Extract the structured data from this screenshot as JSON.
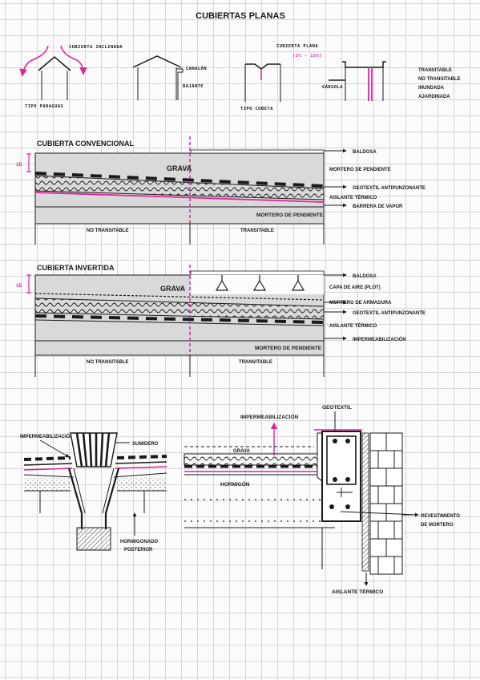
{
  "title": "CUBIERTAS PLANAS",
  "types": {
    "inclinada": "CUBIERTA INCLINADA",
    "tipo_paraguas": "TIPO PARAGUAS",
    "canalon": "CANALÓN",
    "bajante": "BAJANTE",
    "plana": "CUBIERTA PLANA",
    "pendiente": "(2% - 15%)",
    "tipo_cubeta": "TIPO CUBETA",
    "gargola": "GÁRGOLA",
    "list": [
      "TRANSITABLE",
      "NO TRANSITABLE",
      "INUNDADA",
      "AJARDINADA"
    ]
  },
  "convencional": {
    "title": "CUBIERTA CONVENCIONAL",
    "dim": "15",
    "grava": "GRAVA",
    "mortero": "MORTERO DE PENDIENTE",
    "no_transitable": "NO TRANSITABLE",
    "transitable": "TRANSITABLE",
    "layers": [
      "BALDOSA",
      "MORTERO DE PENDIENTE",
      "GEOTEXTIL ANTIPUNZONANTE",
      "AISLANTE TÉRMICO",
      "BARRERA DE VAPOR"
    ]
  },
  "invertida": {
    "title": "CUBIERTA INVERTIDA",
    "dim": "15",
    "grava": "GRAVA",
    "mortero": "MORTERO DE PENDIENTE",
    "no_transitable": "NO TRANSITABLE",
    "transitable": "TRANSITABLE",
    "layers": [
      "BALDOSA",
      "CAPA DE AIRE (PLOT)",
      "MORTERO DE ARMADURA",
      "GEOTEXTIL ANTIPUNZONANTE",
      "AISLANTE TÉRMICO",
      "IMPERMEABILIZACIÓN"
    ]
  },
  "details": {
    "impermeabilizacion": "IMPERMEABILIZACIÓN",
    "sumidero": "SUMIDERO",
    "hormigonado": "HORMIGONADO",
    "posterior": "POSTERIOR",
    "impermeabilizacion2": "IMPERMEABILIZACIÓN",
    "geotextil": "GEOTEXTIL",
    "grava": "GRAVA",
    "hormigon": "HORMIGÓN",
    "revestimiento1": "REVESTIMIENTO",
    "revestimiento2": "DE MORTERO",
    "aislante": "AISLANTE TÉRMICO"
  },
  "colors": {
    "accent": "#e0249a",
    "ink": "#1a1a1a",
    "fill": "#d9d9d9"
  }
}
